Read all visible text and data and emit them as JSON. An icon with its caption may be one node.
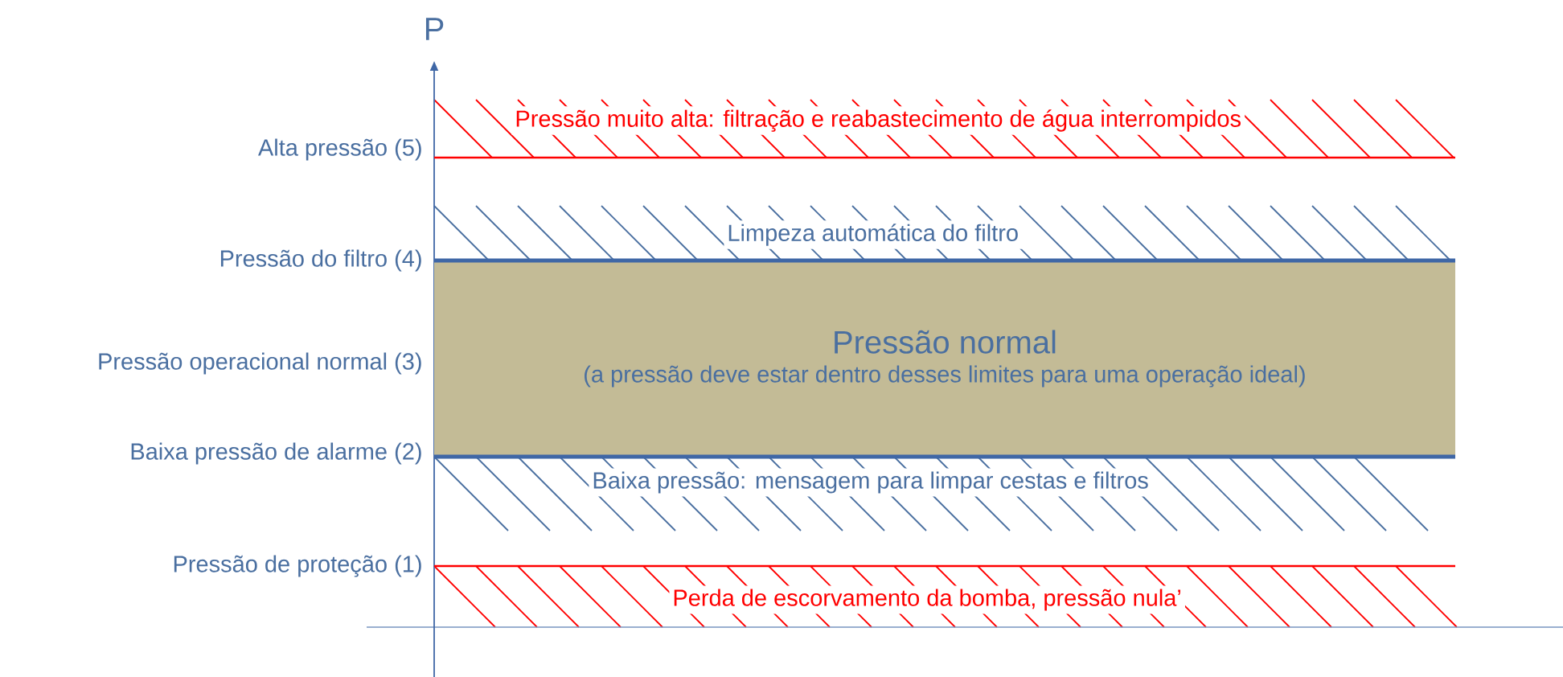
{
  "diagram": {
    "nodes": [
      {
        "text": [
          "Pressão normal",
          "(a pressão deve estar dentro desses limites para uma operação ideal)"
        ]
      }
    ],
    "labels": [
      "P",
      "Pressão muito alta: filtração e reabastecimento de água interrompidos",
      "Alta pressão (5)",
      "Limpeza automática do filtro",
      "Pressão do filtro (4)",
      "Pressão operacional normal (3)",
      "Baixa pressão de alarme (2)",
      "Baixa pressão: mensagem para limpar cestas e filtros",
      "Pressão de proteção (1)",
      "Perda de escorvamento da bomba, pressão nula’"
    ]
  }
}
